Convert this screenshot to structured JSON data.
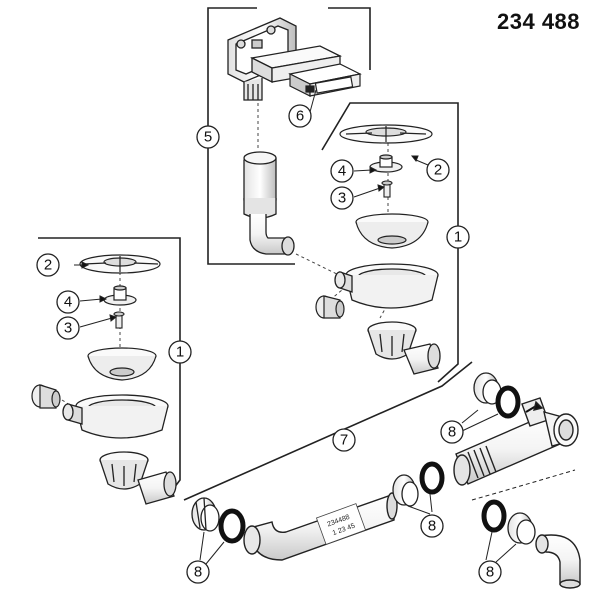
{
  "part_number": "234 488",
  "pipe_label": {
    "line1": "234488",
    "line2": "1 23 45"
  },
  "callouts": {
    "c1_right": "1",
    "c1_left": "1",
    "c2_right": "2",
    "c2_left": "2",
    "c3_right": "3",
    "c3_left": "3",
    "c4_right": "4",
    "c4_left": "4",
    "c5": "5",
    "c6": "6",
    "c7": "7",
    "c8_a": "8",
    "c8_b": "8",
    "c8_c": "8",
    "c8_d": "8"
  },
  "colors": {
    "line": "#222222",
    "part_fill": "#f2f2f2",
    "shade": "#cfcfcf",
    "dark": "#1a1a1a"
  }
}
